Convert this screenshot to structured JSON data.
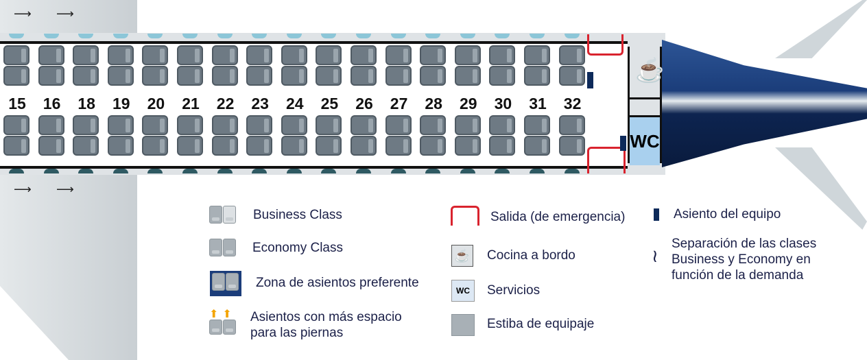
{
  "rows": [
    "15",
    "16",
    "18",
    "19",
    "20",
    "21",
    "22",
    "23",
    "24",
    "25",
    "26",
    "27",
    "28",
    "29",
    "30",
    "31",
    "32"
  ],
  "galley": {
    "icon": "coffee-cup-icon",
    "wc_label": "WC"
  },
  "legend": [
    {
      "id": "business",
      "label": "Business Class"
    },
    {
      "id": "economy",
      "label": "Economy Class"
    },
    {
      "id": "preferred",
      "label": "Zona de asientos preferente"
    },
    {
      "id": "legroom",
      "label": "Asientos con más espacio para las piernas"
    },
    {
      "id": "exit",
      "label": "Salida (de emergencia)"
    },
    {
      "id": "galley",
      "label": "Cocina a bordo"
    },
    {
      "id": "services",
      "label": "Servicios",
      "icon_text": "WC"
    },
    {
      "id": "storage",
      "label": "Estiba de equipaje"
    },
    {
      "id": "crew",
      "label": "Asiento del equipo"
    },
    {
      "id": "separation",
      "label": "Separación de las clases Business y Economy en función de la demanda"
    }
  ],
  "colors": {
    "exit": "#d9232e",
    "crew": "#0d2a5a",
    "wc_bg": "#a9d0ee",
    "fuselage_blue": "#1b3d7a",
    "text": "#1b2048"
  }
}
